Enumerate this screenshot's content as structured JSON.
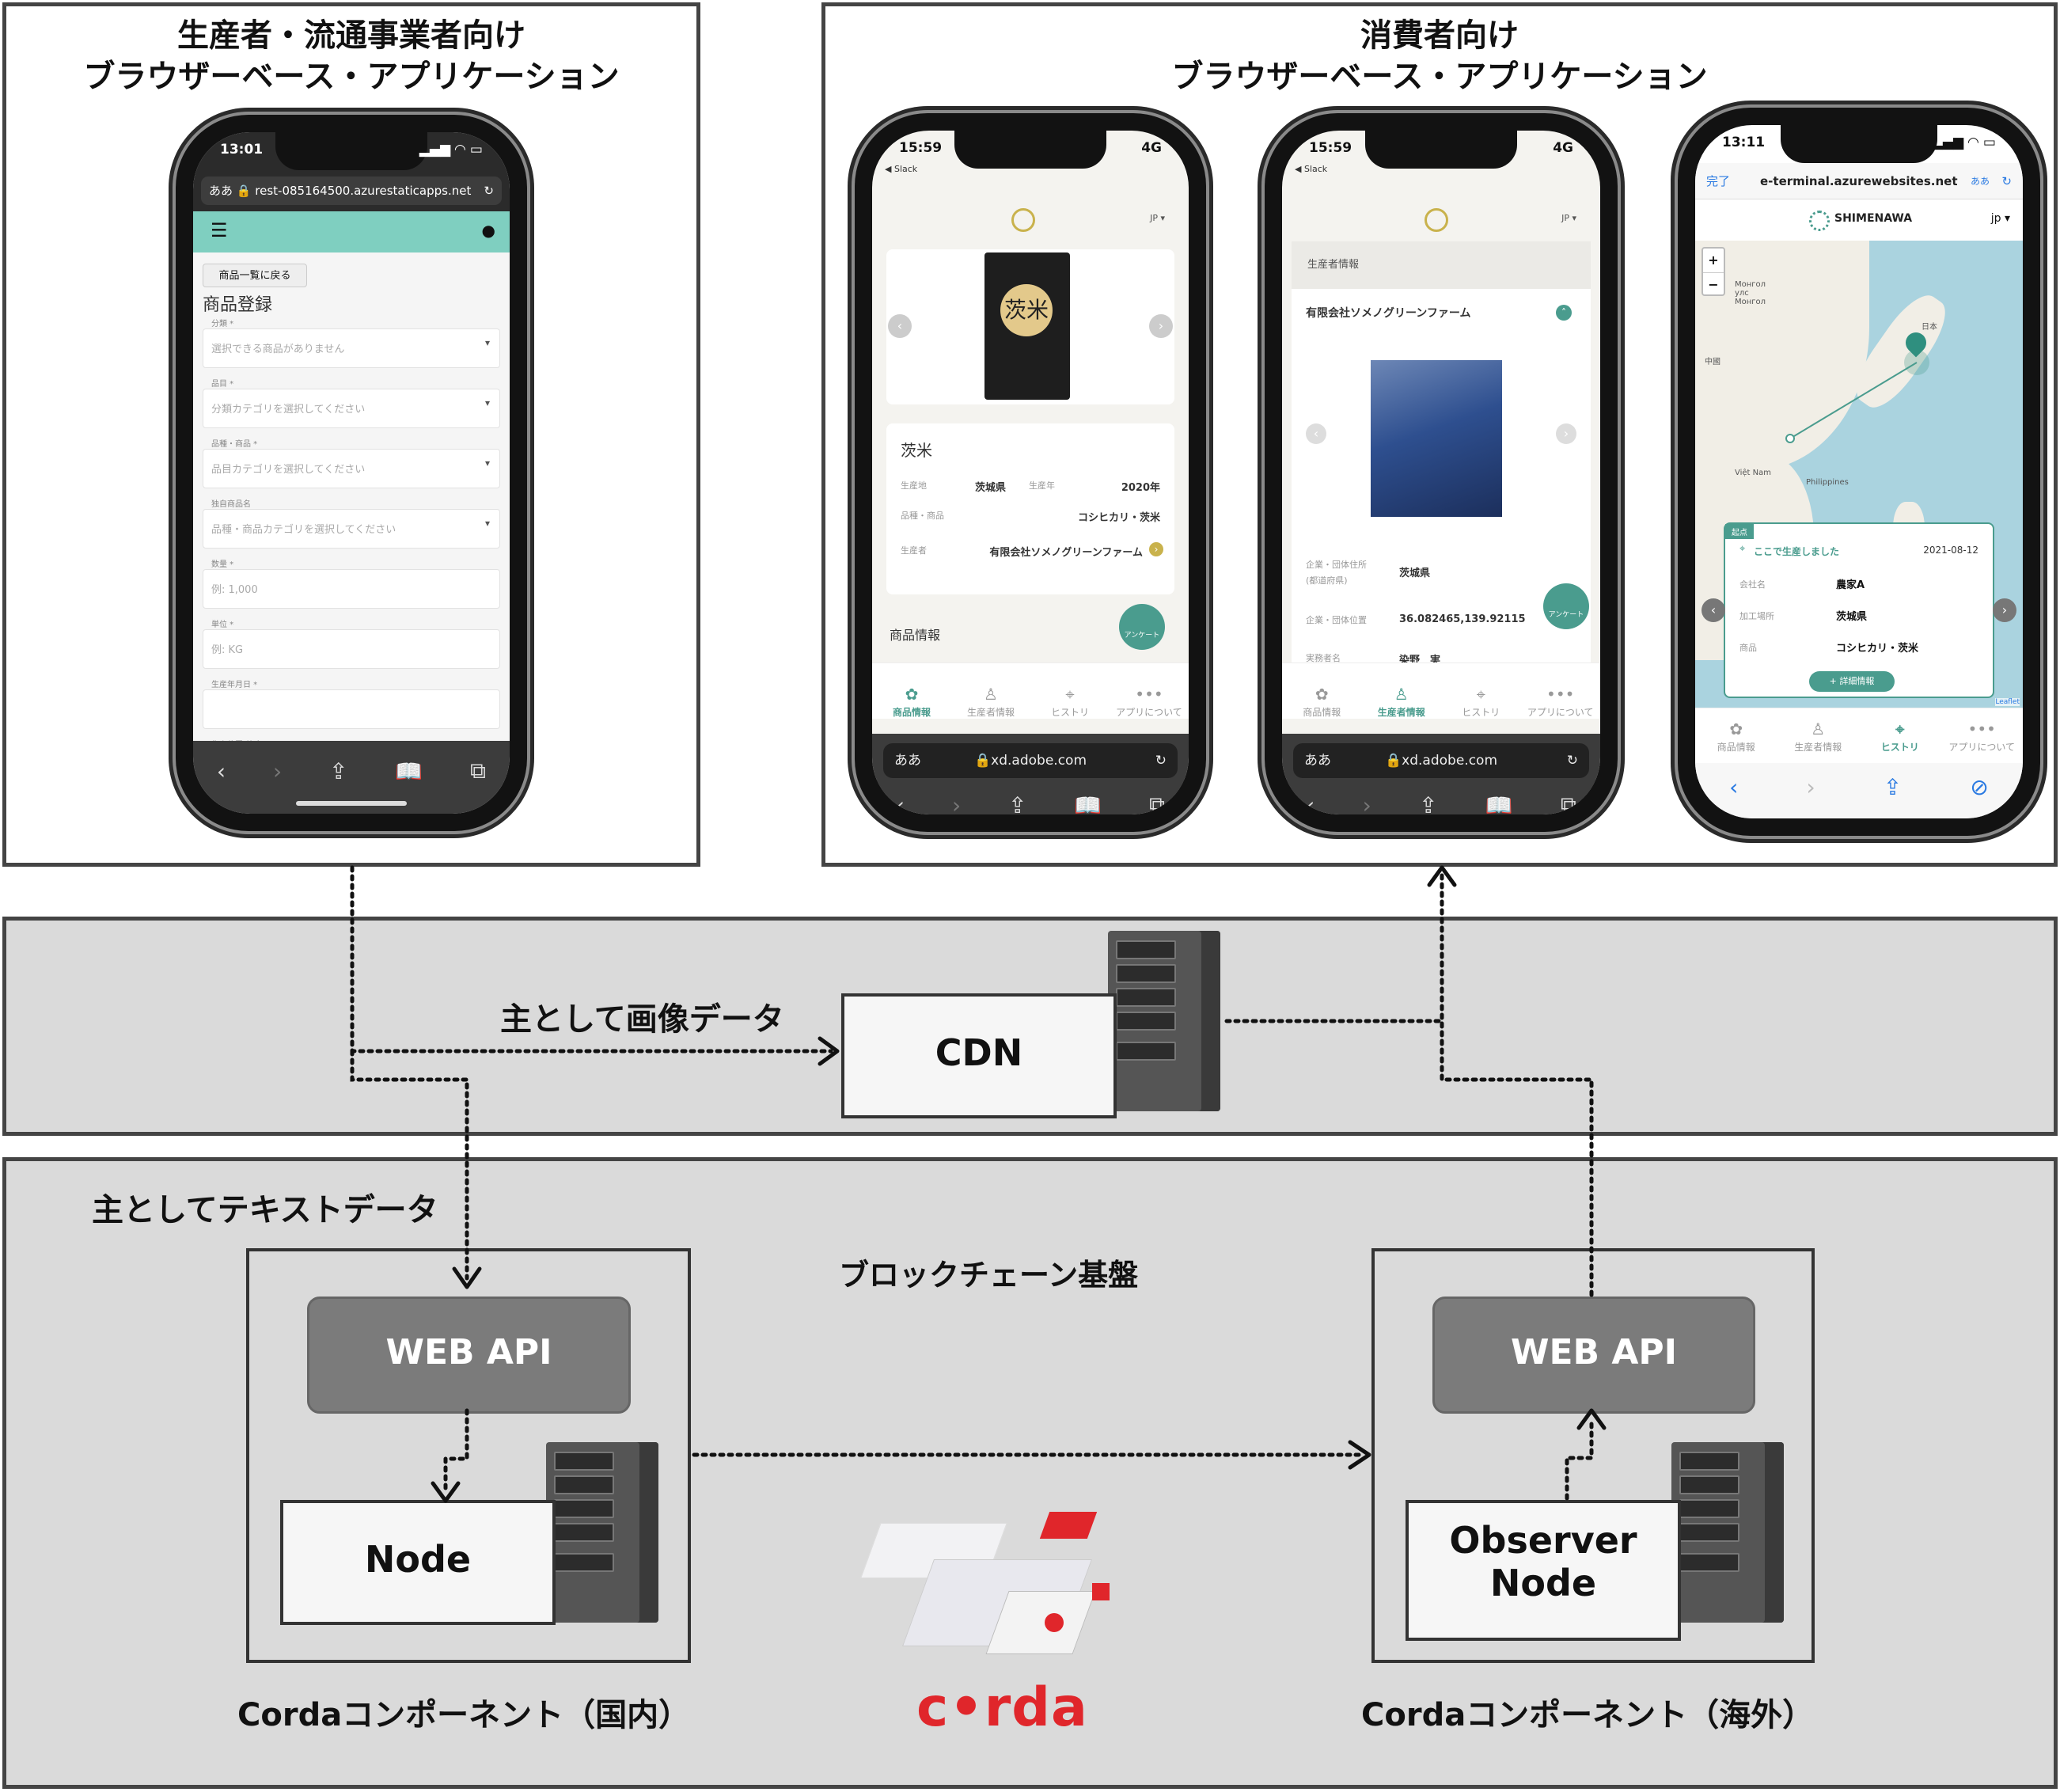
{
  "panels": {
    "producer_title_l1": "生産者・流通事業者向け",
    "producer_title_l2": "ブラウザーベース・アプリケーション",
    "consumer_title_l1": "消費者向け",
    "consumer_title_l2": "ブラウザーベース・アプリケーション"
  },
  "phone1": {
    "time": "13:01",
    "url_prefix": "ああ",
    "url": "rest-085164500.azurestaticapps.net",
    "back_button": "商品一覧に戻る",
    "page_title": "商品登録",
    "fields": [
      {
        "label": "分類 *",
        "placeholder": "選択できる商品がありません"
      },
      {
        "label": "品目 *",
        "placeholder": "分類カテゴリを選択してください"
      },
      {
        "label": "品種・商品 *",
        "placeholder": "品目カテゴリを選択してください"
      },
      {
        "label": "独自商品名",
        "placeholder": "品種・商品カテゴリを選択してください"
      },
      {
        "label": "数量 *",
        "placeholder": "例: 1,000"
      },
      {
        "label": "単位 *",
        "placeholder": "例: KG"
      },
      {
        "label": "生産年月日 *",
        "placeholder": ""
      },
      {
        "label": "生産位置(緯度) *",
        "placeholder": ""
      }
    ]
  },
  "phone2": {
    "time": "15:59",
    "network": "4G",
    "back_app": "◀ Slack",
    "lang": "JP ▾",
    "product_name": "茨米",
    "origin_label": "生産地",
    "origin_value": "茨城県",
    "year_label": "生産年",
    "year_value": "2020年",
    "variety_label": "品種・商品",
    "variety_value": "コシヒカリ・茨米",
    "producer_label": "生産者",
    "producer_value": "有限会社ソメノグリーンファーム",
    "section_title": "商品情報",
    "survey": "アンケート",
    "url_prefix": "ああ",
    "url": "xd.adobe.com",
    "nav": [
      "商品情報",
      "生産者情報",
      "ヒストリ",
      "アプリについて"
    ]
  },
  "phone3": {
    "time": "15:59",
    "network": "4G",
    "back_app": "◀ Slack",
    "lang": "JP ▾",
    "header": "生産者情報",
    "company": "有限会社ソメノグリーンファーム",
    "addr_label_l1": "企業・団体住所",
    "addr_label_l2": "(都道府県)",
    "addr_value": "茨城県",
    "pos_label": "企業・団体位置",
    "pos_value": "36.082465,139.92115",
    "person_label": "実務者名",
    "person_value": "染野　実",
    "survey": "アンケート",
    "url_prefix": "ああ",
    "url": "xd.adobe.com",
    "nav": [
      "商品情報",
      "生産者情報",
      "ヒストリ",
      "アプリについて"
    ]
  },
  "phone4": {
    "time": "13:11",
    "done": "完了",
    "url": "e-terminal.azurewebsites.net",
    "url_suffix": "ああ",
    "brand": "SHIMENAWA",
    "lang": "jp ▾",
    "zoom_in": "+",
    "zoom_out": "−",
    "map_labels": [
      "Монгол улс Монгол",
      "日本",
      "中國",
      "Việt Nam",
      "Philippines"
    ],
    "card_tag": "起点",
    "card_title": "ここで生産しました",
    "card_date": "2021-08-12",
    "company_label": "会社名",
    "company_value": "農家A",
    "place_label": "加工場所",
    "place_value": "茨城県",
    "product_label": "商品",
    "product_value": "コシヒカリ・茨米",
    "details_button": "+ 詳細情報",
    "leaflet": "Leaflet",
    "nav": [
      "商品情報",
      "生産者情報",
      "ヒストリ",
      "アプリについて"
    ]
  },
  "diagram": {
    "image_data_label": "主として画像データ",
    "cdn": "CDN",
    "text_data_label": "主としてテキストデータ",
    "blockchain_label": "ブロックチェーン基盤",
    "web_api_left": "WEB API",
    "node": "Node",
    "web_api_right": "WEB API",
    "observer_l1": "Observer",
    "observer_l2": "Node",
    "corda_domestic": "Cordaコンポーネント（国内）",
    "corda_overseas": "Cordaコンポーネント（海外）",
    "corda_logo": "c•rda"
  },
  "colors": {
    "teal": "#7fcfc0",
    "accent_green": "#4a9c8e",
    "corda_red": "#e0262b",
    "band_gray": "#dadada",
    "border_dark": "#444444"
  }
}
